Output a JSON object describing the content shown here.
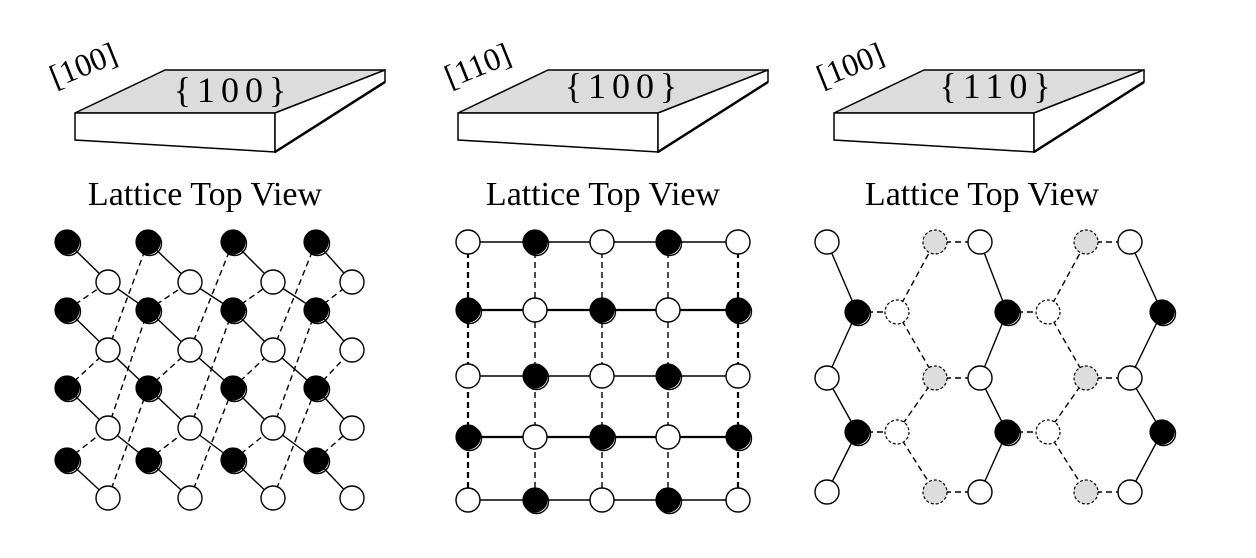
{
  "panels": [
    {
      "direction_label": "[100]",
      "plane_label": "{100}",
      "view_title": "Lattice Top View",
      "lattice": "square-diagonal"
    },
    {
      "direction_label": "[110]",
      "plane_label": "{100}",
      "view_title": "Lattice Top View",
      "lattice": "square-grid"
    },
    {
      "direction_label": "[100]",
      "plane_label": "{110}",
      "view_title": "Lattice Top View",
      "lattice": "hexagonal"
    }
  ],
  "colors": {
    "atom_filled": "#000000",
    "atom_open": "#ffffff",
    "atom_shaded": "#dddddd",
    "wafer_top": "#dcdcdc",
    "stroke": "#000000"
  }
}
